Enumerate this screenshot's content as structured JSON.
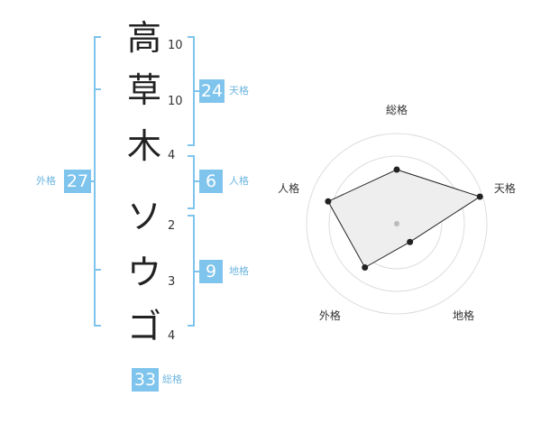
{
  "name": {
    "chars": [
      {
        "char": "高",
        "strokes": "10"
      },
      {
        "char": "草",
        "strokes": "10"
      },
      {
        "char": "木",
        "strokes": "4"
      },
      {
        "char": "ソ",
        "strokes": "2"
      },
      {
        "char": "ウ",
        "strokes": "3"
      },
      {
        "char": "ゴ",
        "strokes": "4"
      }
    ]
  },
  "fortune": {
    "tenkaku": {
      "value": "24",
      "label": "天格"
    },
    "jinkaku": {
      "value": "6",
      "label": "人格"
    },
    "chikaku": {
      "value": "9",
      "label": "地格"
    },
    "gaikaku": {
      "value": "27",
      "label": "外格"
    },
    "soukaku": {
      "value": "33",
      "label": "総格"
    }
  },
  "colors": {
    "accent": "#7ec4ec",
    "radar_fill": "#eeeeee"
  },
  "chart_data": {
    "type": "radar",
    "axes": [
      "総格",
      "天格",
      "地格",
      "外格",
      "人格"
    ],
    "values": [
      0.6,
      0.97,
      0.25,
      0.6,
      0.8
    ],
    "rings": 4
  }
}
